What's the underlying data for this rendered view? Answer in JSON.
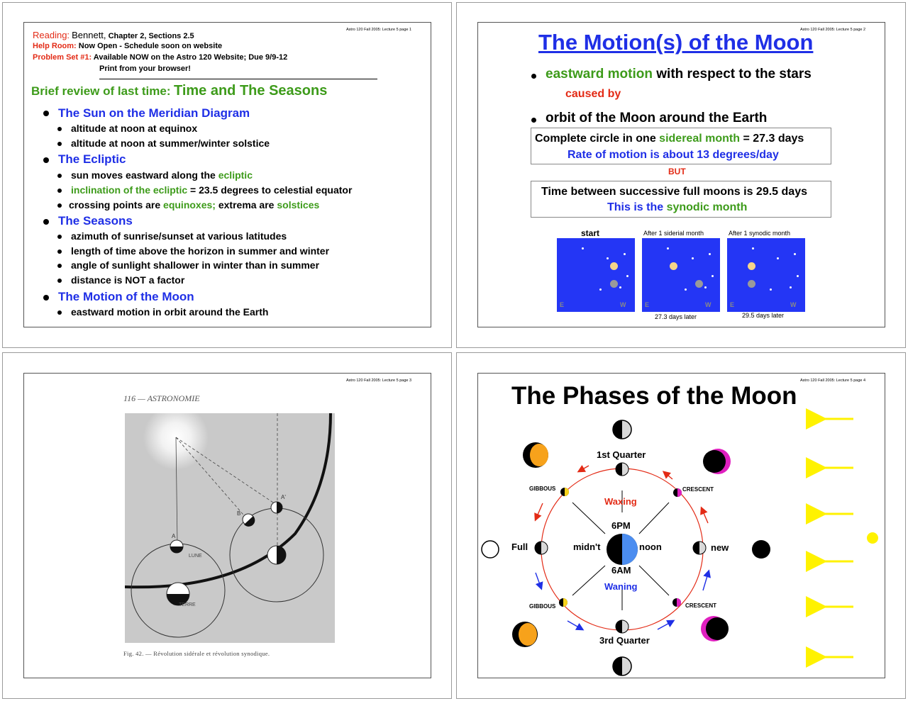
{
  "slides": {
    "s1": {
      "page_label": "Astro 120 Fall 2005: Lecture 5 page   1",
      "reading_label": "Reading:",
      "reading_author": "Bennett,",
      "reading_text": "Chapter 2, Sections 2.5",
      "help_label": "Help Room:",
      "help_text": "Now Open - Schedule soon on website",
      "ps_label": "Problem Set #1:",
      "ps_text": "Available NOW  on the Astro 120 Website; Due 9/9-12",
      "ps_text2": "Print from your browser!",
      "review_label": "Brief review of last time:",
      "review_topic": "Time and The Seasons",
      "h_meridian": "The Sun on the Meridian Diagram",
      "b_equinox": "altitude at noon at equinox",
      "b_solstice": "altitude at noon at summer/winter solstice",
      "h_ecliptic": "The Ecliptic",
      "b_sun_moves": "sun moves eastward along the",
      "w_ecliptic": "ecliptic",
      "w_inclination": "inclination of the ecliptic",
      "b_inclination_rest": "= 23.5 degrees to celestial equator",
      "b_crossing": "crossing points are",
      "w_equinoxes": "equinoxes;",
      "b_extrema": "extrema are",
      "w_solstices": "solstices",
      "h_seasons": "The Seasons",
      "b_azimuth": "azimuth of sunrise/sunset at various latitudes",
      "b_length": "length of time above the horizon in summer and winter",
      "b_angle": "angle of sunlight shallower in winter than in summer",
      "b_distance": "distance is NOT a factor",
      "h_motion": "The Motion of the Moon",
      "b_eastward": "eastward motion in orbit around the Earth"
    },
    "s2": {
      "page_label": "Astro 120 Fall 2005: Lecture 5 page   2",
      "title": "The Motion(s) of the Moon",
      "eastward": "eastward motion",
      "wrt_stars": "with respect to the stars",
      "caused_by": "caused by",
      "orbit": "orbit of the Moon around the Earth",
      "complete_circle": "Complete circle in one",
      "sidereal_month": "sidereal month",
      "days_273": "= 27.3 days",
      "rate": "Rate of motion is about 13 degrees/day",
      "but": "BUT",
      "time_between": "Time between successive full moons is 29.5 days",
      "this_is": "This is the",
      "synodic": "synodic month",
      "panel_start": "start",
      "panel_sidereal": "After 1 siderial month",
      "panel_synodic": "After 1 synodic month",
      "later_273": "27.3 days later",
      "later_295": "29.5 days later",
      "e": "E",
      "w": "W"
    },
    "s3": {
      "page_label": "Astro 120 Fall 2005: Lecture 5 page   3",
      "book_header": "116 — ASTRONOMIE",
      "caption": "Fig. 42. — Révolution sidérale et révolution synodique.",
      "lune": "LUNE",
      "terre": "TERRE",
      "a": "A",
      "b": "B",
      "a2": "A'"
    },
    "s4": {
      "page_label": "Astro 120 Fall 2005: Lecture 5 page   4",
      "title": "The Phases of the Moon",
      "first_quarter": "1st Quarter",
      "third_quarter": "3rd Quarter",
      "gibbous_top": "GIBBOUS",
      "gibbous_bottom": "GIBBOUS",
      "crescent_top": "CRESCENT",
      "crescent_bottom": "CRESCENT",
      "waxing": "Waxing",
      "waning": "Waning",
      "pm6": "6PM",
      "am6": "6AM",
      "midnight": "midn't",
      "noon": "noon",
      "full": "Full",
      "new": "new"
    }
  },
  "colors": {
    "heading_blue": "#1f2fe6",
    "green": "#3d9b1a",
    "red": "#e32b16",
    "yellow": "#fff200",
    "magenta": "#e020c0",
    "orange": "#f7a21b",
    "sky_blue": "#2436f5"
  }
}
